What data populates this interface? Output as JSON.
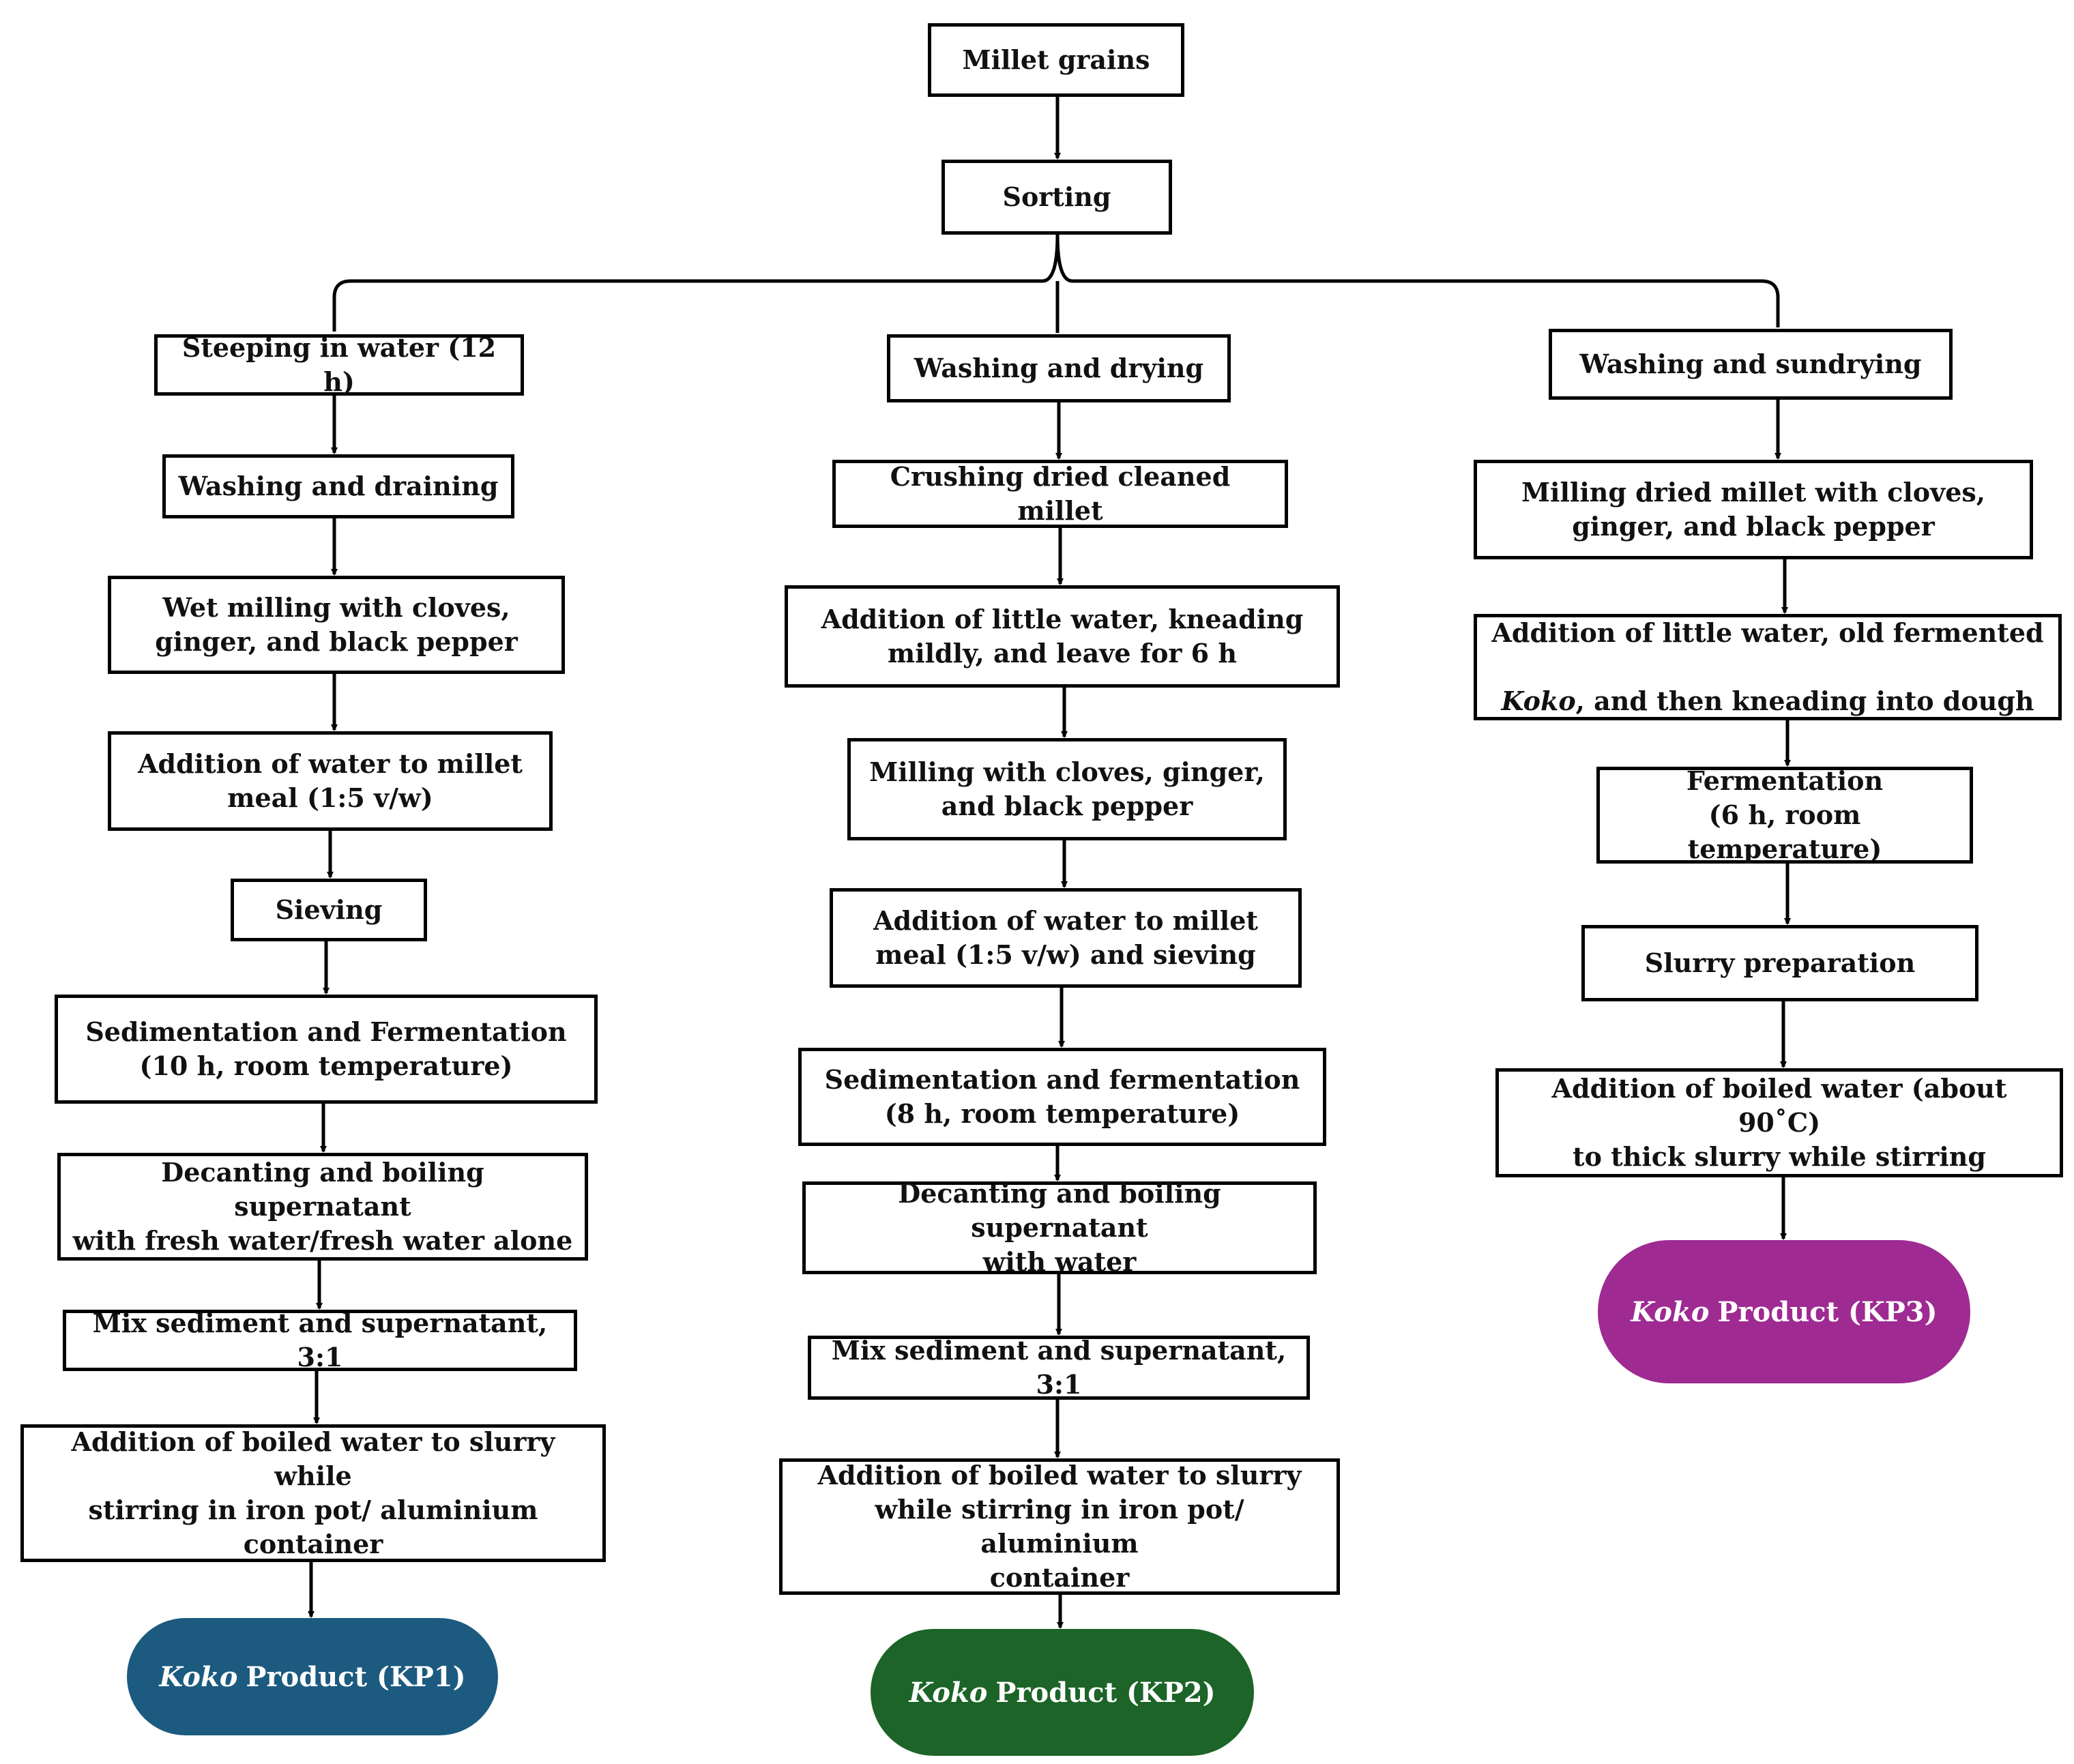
{
  "root": {
    "start": "Millet grains",
    "sorting": "Sorting"
  },
  "branch1": {
    "steps": [
      "Steeping in water (12 h)",
      "Washing and draining",
      "Wet milling with cloves,\nginger, and black pepper",
      "Addition of water to millet\nmeal (1:5 v/w)",
      "Sieving",
      "Sedimentation and Fermentation\n(10 h, room temperature)",
      "Decanting and boiling supernatant\nwith fresh water/fresh water alone",
      "Mix sediment and supernatant, 3:1",
      "Addition of boiled water to slurry while\nstirring in iron pot/ aluminium\ncontainer"
    ],
    "product": {
      "italic": "Koko",
      "rest": "Product (KP1)",
      "color": "#1c5a80"
    }
  },
  "branch2": {
    "steps": [
      "Washing and drying",
      "Crushing dried cleaned millet",
      "Addition of little water, kneading\nmildly, and leave for 6 h",
      "Milling with cloves, ginger,\nand black pepper",
      "Addition of water to millet\nmeal (1:5 v/w) and sieving",
      "Sedimentation and fermentation\n(8 h, room temperature)",
      "Decanting and boiling supernatant\nwith water",
      "Mix sediment and supernatant, 3:1",
      "Addition of boiled water to slurry\nwhile stirring in iron pot/ aluminium\ncontainer"
    ],
    "product": {
      "italic": "Koko",
      "rest": "Product (KP2)",
      "color": "#1c6428"
    }
  },
  "branch3": {
    "steps": [
      "Washing and sundrying",
      "Milling dried millet with cloves,\nginger, and black pepper",
      {
        "line1": "Addition of little water, old fermented",
        "italic": "Koko",
        "line2rest": ", and then kneading into dough"
      },
      "Fermentation\n(6 h, room temperature)",
      "Slurry preparation",
      "Addition of boiled water (about 90˚C)\nto thick slurry while stirring"
    ],
    "product": {
      "italic": "Koko",
      "rest": "Product (KP3)",
      "color": "#9e2a92"
    }
  }
}
